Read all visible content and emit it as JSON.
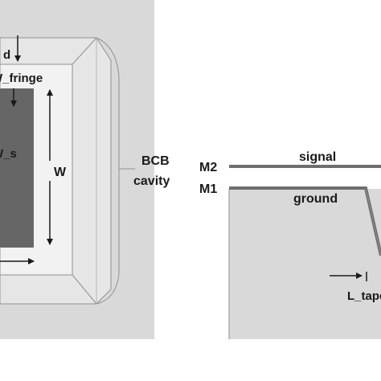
{
  "colors": {
    "background": "#ffffff",
    "cavity_fill": "#d9d9d9",
    "bevel_light": "#eeeeee",
    "bevel_mid": "#e2e2e2",
    "conductor_fill": "#666666",
    "metal_line": "#6e6e6e",
    "outline": "#909090",
    "text": "#1a1a1a"
  },
  "left_view": {
    "label_d": "d",
    "label_w_fringe": "W_fringe",
    "label_w_s": "W_s",
    "label_w": "W"
  },
  "bcb_label": {
    "line1": "BCB",
    "line2": "cavity"
  },
  "right_view": {
    "label_m2": "M2",
    "label_m1": "M1",
    "label_signal": "signal",
    "label_ground": "ground",
    "label_l_taper": "L_taper"
  }
}
